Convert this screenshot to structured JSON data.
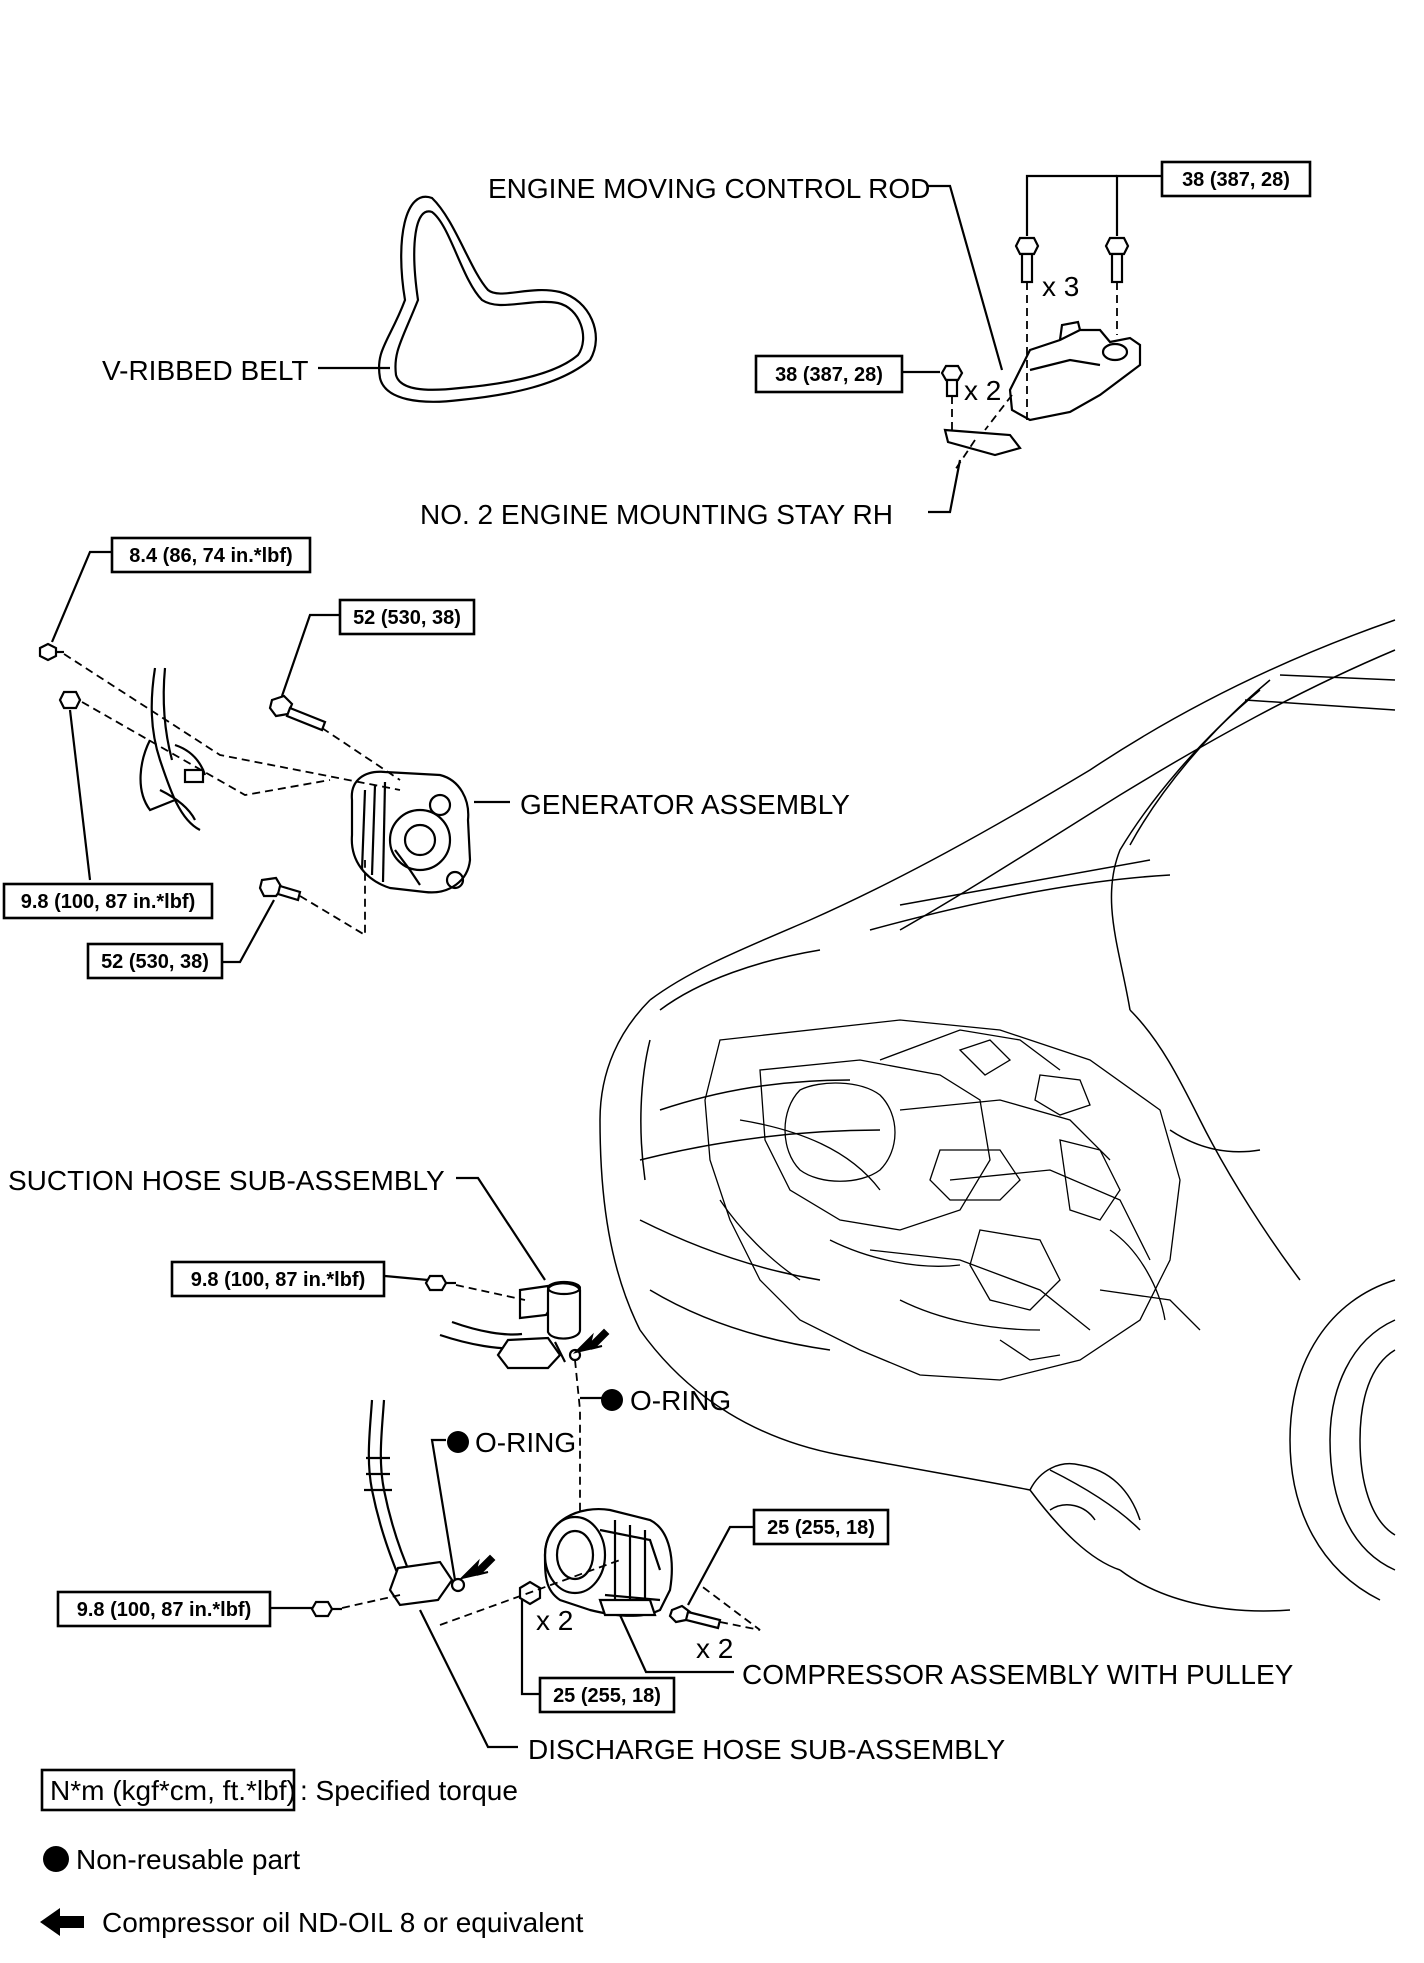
{
  "labels": {
    "engine_moving_control_rod": "ENGINE MOVING CONTROL ROD",
    "v_ribbed_belt": "V-RIBBED BELT",
    "no2_engine_mounting_stay_rh": "NO. 2 ENGINE MOUNTING STAY RH",
    "generator_assembly": "GENERATOR ASSEMBLY",
    "suction_hose_sub_assembly": "SUCTION HOSE SUB-ASSEMBLY",
    "o_ring_upper": "O-RING",
    "o_ring_lower": "O-RING",
    "compressor_assembly_with_pulley": "COMPRESSOR ASSEMBLY WITH PULLEY",
    "discharge_hose_sub_assembly": "DISCHARGE HOSE SUB-ASSEMBLY"
  },
  "quantities": {
    "rod_bolts_top": "x 3",
    "rod_bolts_left": "x 2",
    "compressor_nuts": "x 2",
    "compressor_bolts": "x 2"
  },
  "torques": {
    "rod_top": "38 (387, 28)",
    "rod_left": "38 (387, 28)",
    "generator_upper_left": "8.4 (86, 74 in.*lbf)",
    "generator_upper_right": "52 (530, 38)",
    "generator_nut": "9.8 (100, 87 in.*lbf)",
    "generator_lower": "52 (530, 38)",
    "suction_hose_bolt": "9.8 (100, 87 in.*lbf)",
    "compressor_bolt_right": "25 (255, 18)",
    "discharge_hose_bolt": "9.8 (100, 87 in.*lbf)",
    "compressor_nut_lower": "25 (255, 18)"
  },
  "legend": {
    "torque_box": "N*m (kgf*cm, ft.*lbf)",
    "torque_desc": ": Specified torque",
    "non_reusable": "Non-reusable part",
    "compressor_oil": "Compressor oil ND-OIL 8 or equivalent"
  }
}
